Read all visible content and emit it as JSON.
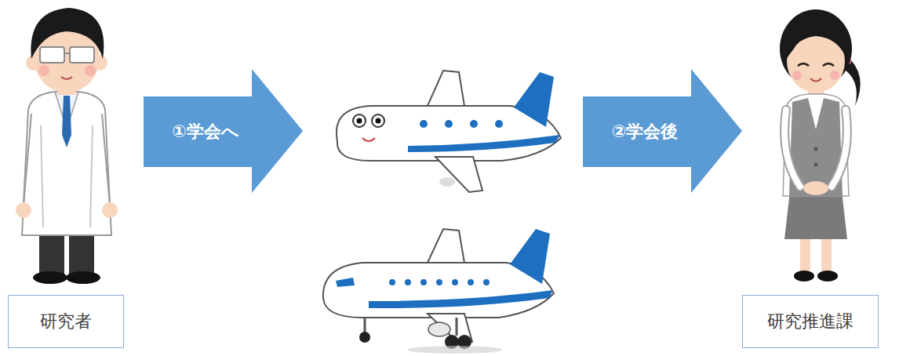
{
  "diagram": {
    "nodes": [
      {
        "text": [
          "研究者"
        ]
      },
      {
        "text": [
          "①学会へ"
        ]
      },
      {
        "text": [
          "②学会後"
        ]
      },
      {
        "text": [
          "研究推進課"
        ]
      }
    ]
  }
}
